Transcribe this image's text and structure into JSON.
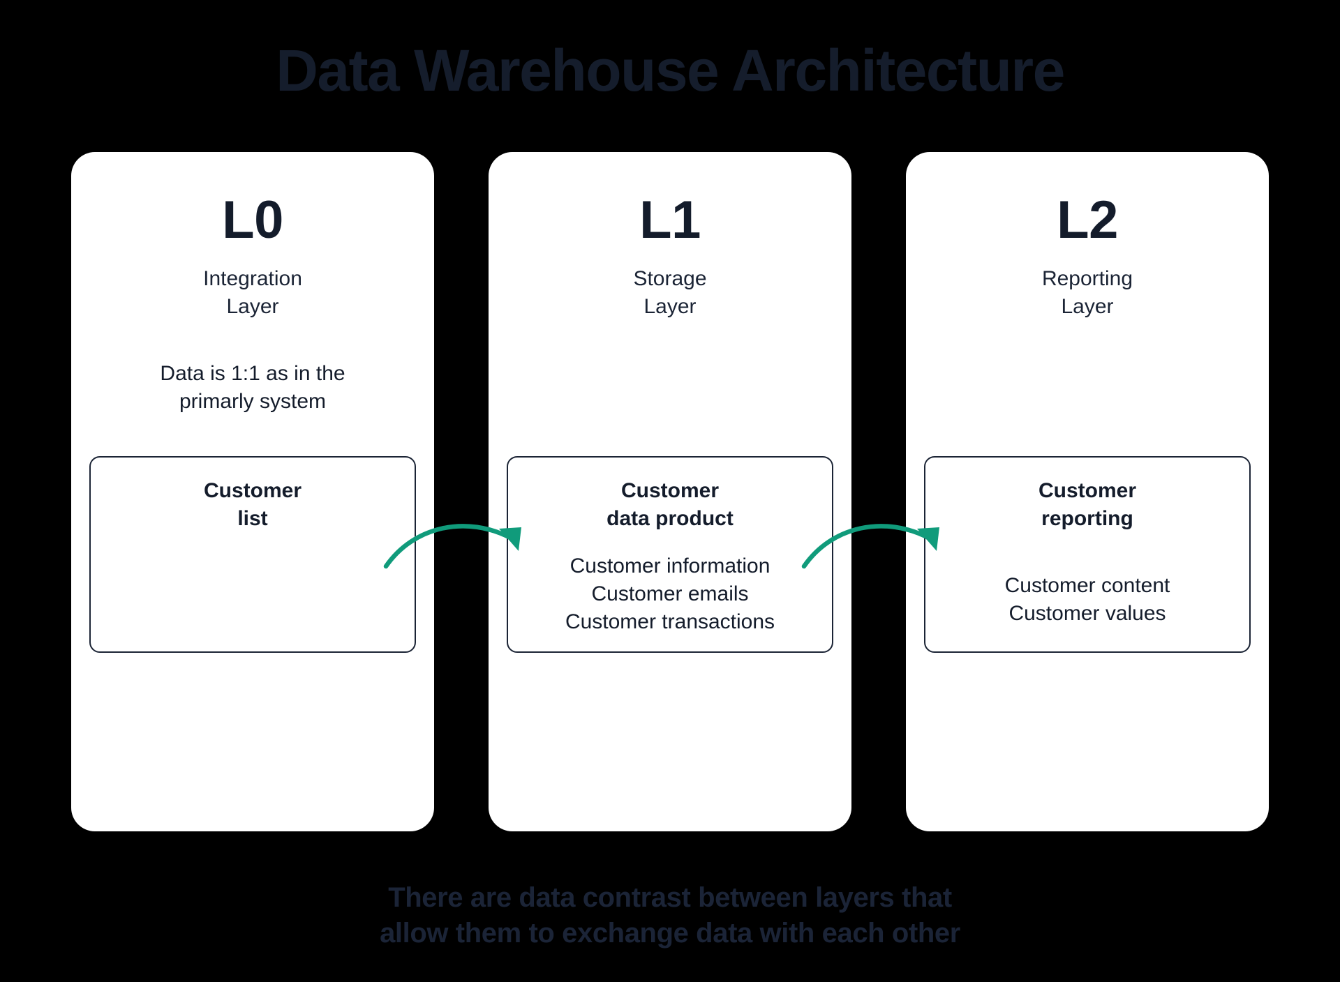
{
  "page": {
    "title": "Data Warehouse Architecture",
    "background_color": "#000000",
    "title_color": "#151d2c",
    "caption": "There are data contrast between layers that\nallow them to exchange data with each other",
    "caption_color": "#1b2437"
  },
  "theme": {
    "card_background": "#ffffff",
    "text_color": "#141c2b",
    "box_border_color": "#1b2435",
    "arrow_color": "#109b7b"
  },
  "layers": [
    {
      "code": "L0",
      "name": "Integration\nLayer",
      "note": "Data is 1:1 as in the\nprimarly system",
      "artifact": {
        "title": "Customer\nlist",
        "items": ""
      }
    },
    {
      "code": "L1",
      "name": "Storage\nLayer",
      "note": "",
      "artifact": {
        "title": "Customer\ndata product",
        "items": "Customer information\nCustomer emails\nCustomer transactions"
      }
    },
    {
      "code": "L2",
      "name": "Reporting\nLayer",
      "note": "",
      "artifact": {
        "title": "Customer\nreporting",
        "items": "Customer content\nCustomer values"
      }
    }
  ],
  "arrows": [
    {
      "from": "L0",
      "to": "L1",
      "icon": "curved-arrow-right-icon"
    },
    {
      "from": "L1",
      "to": "L2",
      "icon": "curved-arrow-right-icon"
    }
  ]
}
